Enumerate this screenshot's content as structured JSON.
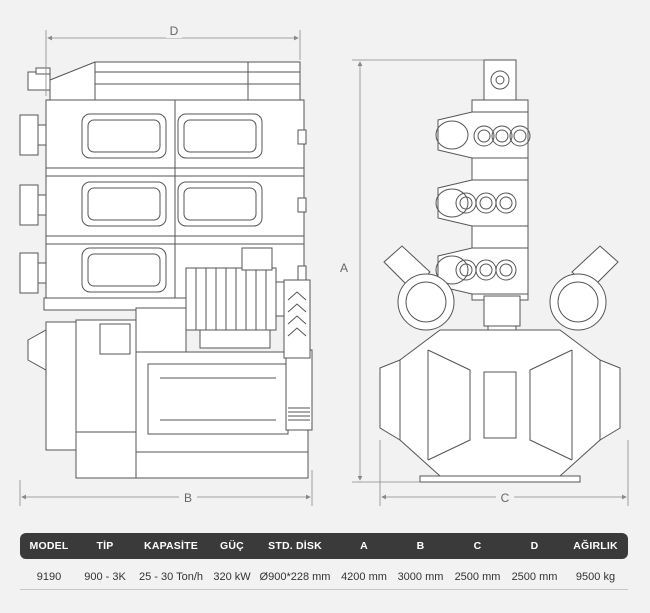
{
  "dimension_labels": {
    "d": "D",
    "a": "A",
    "b": "B",
    "c": "C"
  },
  "table": {
    "headers": [
      "MODEL",
      "TİP",
      "KAPASİTE",
      "GÜÇ",
      "STD. DİSK",
      "A",
      "B",
      "C",
      "D",
      "AĞIRLIK"
    ],
    "rows": [
      [
        "9190",
        "900 - 3K",
        "25 - 30 Ton/h",
        "320 kW",
        "Ø900*228 mm",
        "4200 mm",
        "3000 mm",
        "2500 mm",
        "2500 mm",
        "9500 kg"
      ]
    ]
  },
  "colors": {
    "line": "#555555",
    "dim": "#888888",
    "header_bg": "#3a3a3a",
    "header_text": "#ffffff",
    "background": "#f2f2f2"
  }
}
